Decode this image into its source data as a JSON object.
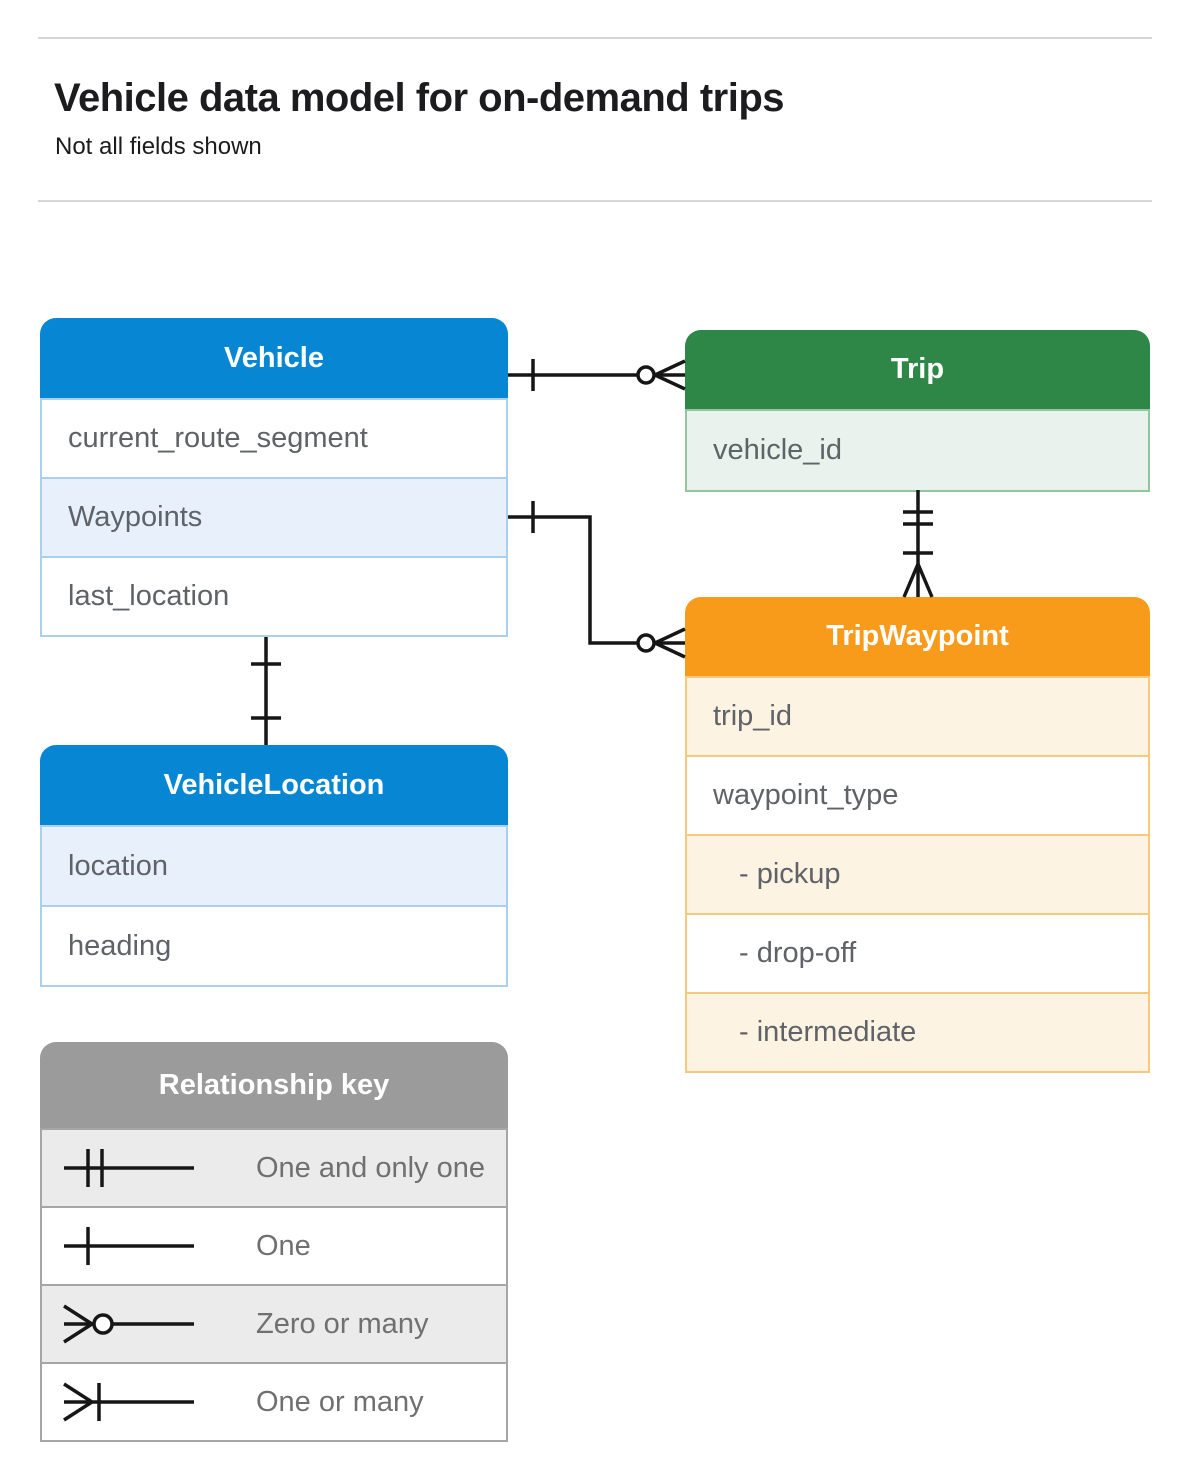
{
  "page": {
    "title": "Vehicle data model for on-demand trips",
    "subtitle": "Not all fields shown"
  },
  "colors": {
    "blue": "#0787d3",
    "blue-tint": "#e8f1fb",
    "blue-border": "#a9d0ef",
    "green": "#2e8747",
    "green-tint": "#e9f2ec",
    "green-border": "#93c5a0",
    "orange": "#f89b1b",
    "orange-tint": "#fdf3e2",
    "orange-border": "#f9c87a",
    "gray": "#9b9b9b",
    "gray-tint": "#ebebeb",
    "gray-border": "#a6a6a6",
    "line": "#161616",
    "row-text": "#5f6368",
    "legend-text": "#707070",
    "title-text": "#1c1c1e",
    "rule": "#d6d6d6"
  },
  "entities": {
    "vehicle": {
      "title": "Vehicle",
      "fields": [
        "current_route_segment",
        "Waypoints",
        "last_location"
      ]
    },
    "trip": {
      "title": "Trip",
      "fields": [
        "vehicle_id"
      ]
    },
    "tripWaypoint": {
      "title": "TripWaypoint",
      "fields": [
        "trip_id",
        "waypoint_type",
        "- pickup",
        "- drop-off",
        "- intermediate"
      ]
    },
    "vehicleLocation": {
      "title": "VehicleLocation",
      "fields": [
        "location",
        "heading"
      ]
    }
  },
  "legend": {
    "title": "Relationship key",
    "items": [
      {
        "icon": "one-and-only-one-symbol",
        "label": "One and only one"
      },
      {
        "icon": "one-symbol",
        "label": "One"
      },
      {
        "icon": "zero-or-many-symbol",
        "label": "Zero or many"
      },
      {
        "icon": "one-or-many-symbol",
        "label": "One or many"
      }
    ]
  },
  "relationships": [
    {
      "from": "Vehicle",
      "to": "Trip",
      "from_end": "one",
      "to_end": "zero-or-many"
    },
    {
      "from": "Vehicle.Waypoints",
      "to": "TripWaypoint",
      "from_end": "one",
      "to_end": "zero-or-many"
    },
    {
      "from": "Trip",
      "to": "TripWaypoint",
      "from_end": "one-and-only-one",
      "to_end": "one-or-many"
    },
    {
      "from": "Vehicle",
      "to": "VehicleLocation",
      "from_end": "one",
      "to_end": "one"
    }
  ]
}
